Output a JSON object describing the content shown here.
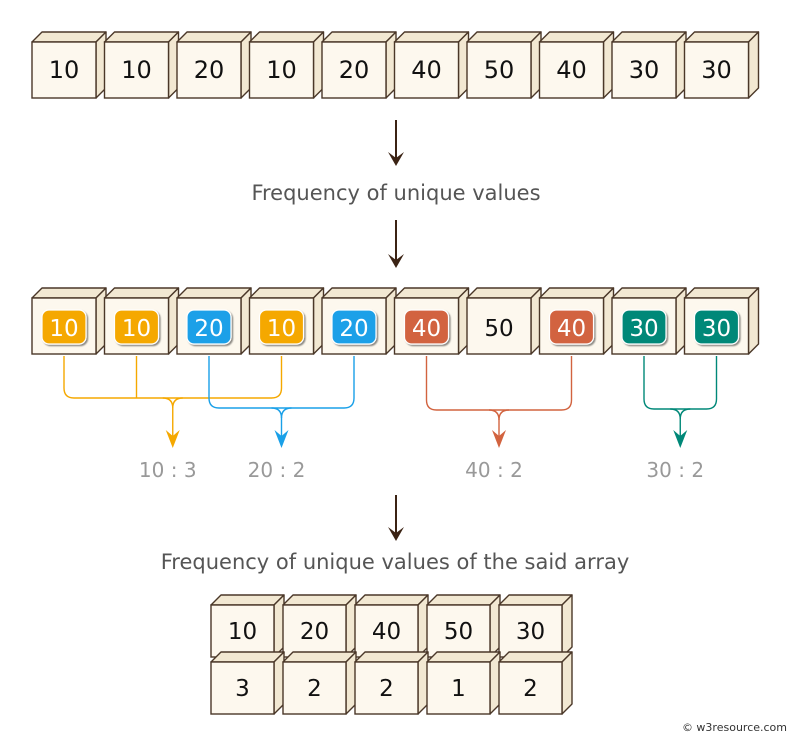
{
  "input_array": [
    "10",
    "10",
    "20",
    "10",
    "20",
    "40",
    "50",
    "40",
    "30",
    "30"
  ],
  "caption_1": "Frequency of unique values",
  "highlighted_array": [
    {
      "value": "10",
      "group": "g10"
    },
    {
      "value": "10",
      "group": "g10"
    },
    {
      "value": "20",
      "group": "g20"
    },
    {
      "value": "10",
      "group": "g10"
    },
    {
      "value": "20",
      "group": "g20"
    },
    {
      "value": "40",
      "group": "g40"
    },
    {
      "value": "50",
      "group": ""
    },
    {
      "value": "40",
      "group": "g40"
    },
    {
      "value": "30",
      "group": "g30"
    },
    {
      "value": "30",
      "group": "g30"
    }
  ],
  "groups": {
    "g10": {
      "color": "#f5a800",
      "label": "10 : 3"
    },
    "g20": {
      "color": "#1aa0e8",
      "label": "20 : 2"
    },
    "g40": {
      "color": "#d2633f",
      "label": "40 : 2"
    },
    "g30": {
      "color": "#008878",
      "label": "30 : 2"
    }
  },
  "caption_2": "Frequency of unique values of the said array",
  "result_values": [
    "10",
    "20",
    "40",
    "50",
    "30"
  ],
  "result_counts": [
    "3",
    "2",
    "2",
    "1",
    "2"
  ],
  "watermark": "© w3resource.com",
  "colors": {
    "cube_face": "#fdf8ee",
    "cube_side": "#f2e8d2",
    "cube_edge": "#4a3728",
    "arrow": "#3b2314",
    "caption_text": "#555555",
    "count_label_text": "#999999"
  }
}
